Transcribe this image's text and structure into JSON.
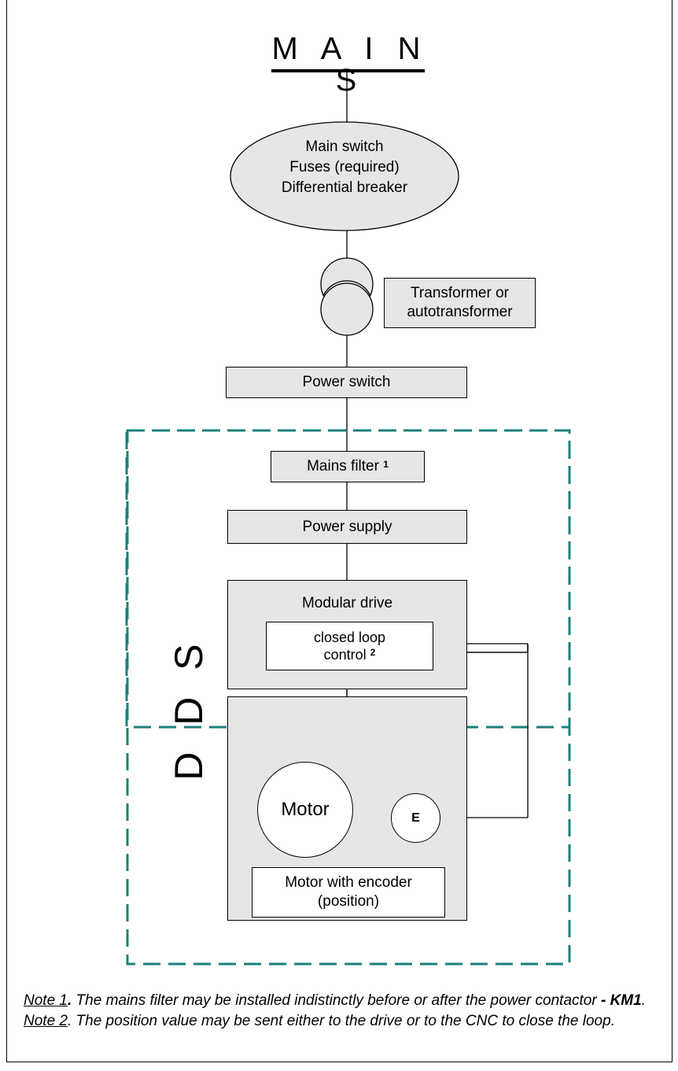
{
  "title": "M A I N S",
  "main_switch": {
    "lines": [
      "Main switch",
      "Fuses (required)",
      "Differential breaker"
    ]
  },
  "transformer": {
    "lines": [
      "Transformer or",
      "autotransformer"
    ]
  },
  "power_switch": "Power switch",
  "dds_label": "D D S",
  "mains_filter": {
    "label": "Mains filter",
    "sup": "1"
  },
  "power_supply": "Power supply",
  "modular_drive": {
    "label": "Modular drive",
    "closed_loop_line1": "closed loop",
    "closed_loop_line2": "control",
    "closed_loop_sup": "2"
  },
  "motor": {
    "label": "Motor",
    "encoder_symbol": "E",
    "caption_line1": "Motor with encoder",
    "caption_line2": "(position)"
  },
  "notes": {
    "note1_label": "Note 1",
    "note1_bold_dot": ".",
    "note1_text": " The mains filter may be installed indistinctly before or after the power contactor ",
    "note1_bold": "- KM1",
    "note1_end": ".  ",
    "note2_label": "Note 2",
    "note2_text": ". The position value may be sent either to the drive or to the CNC to close the loop."
  },
  "colors": {
    "dds_border": "#1b8079",
    "box_fill": "#e6e6e6"
  }
}
